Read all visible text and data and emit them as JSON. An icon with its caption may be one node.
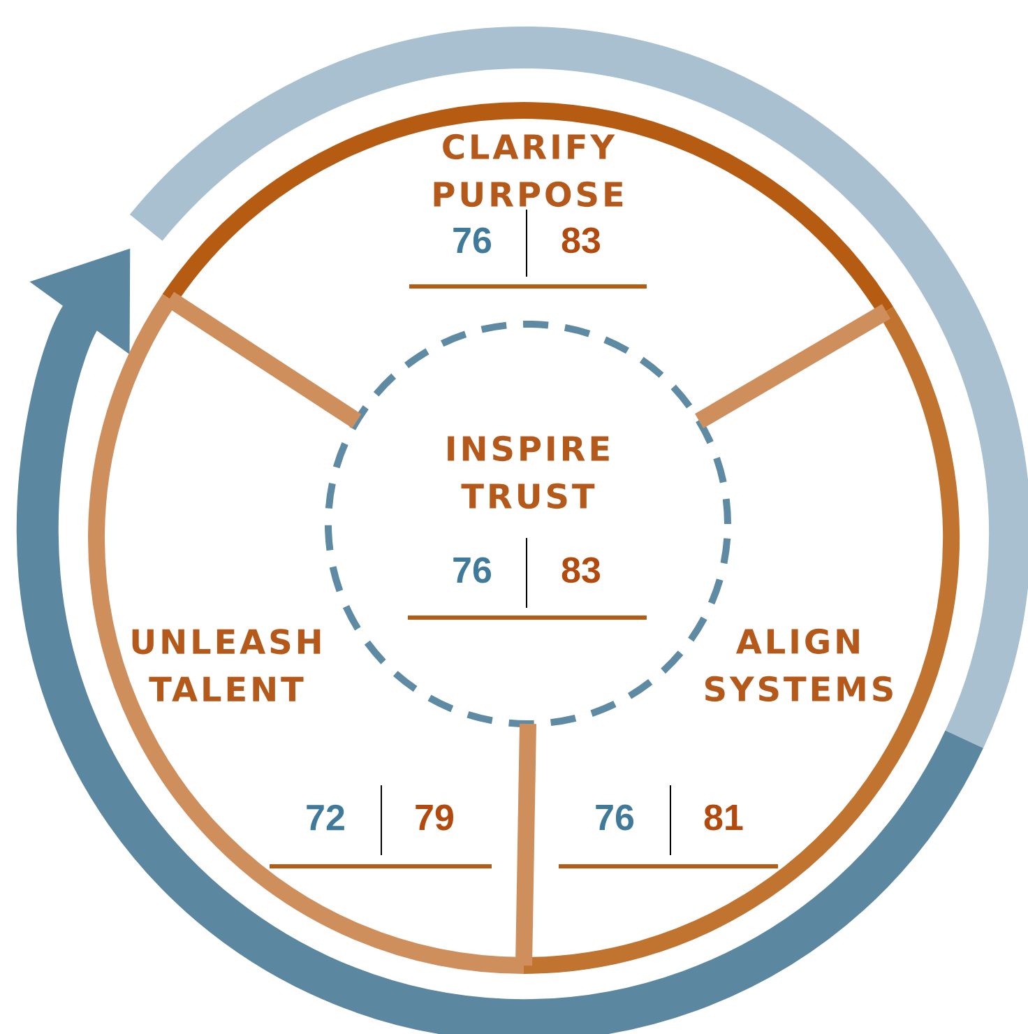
{
  "diagram": {
    "nodes": [
      {
        "text": [],
        "shape": "circle"
      },
      {
        "text": [
          "INSPIRE TRUST",
          "76",
          "83"
        ],
        "in": 0
      }
    ],
    "edges": [
      {
        "from": 1,
        "to": 0,
        "arrow": "none"
      },
      {
        "from": 1,
        "to": 0,
        "arrow": "none"
      },
      {
        "from": 1,
        "to": 0,
        "arrow": "none"
      }
    ],
    "labels": [
      "CLARIFY PURPOSE",
      "76",
      "83",
      "UNLEASH TALENT",
      "ALIGN SYSTEMS",
      "72",
      "79",
      "76",
      "81"
    ]
  }
}
